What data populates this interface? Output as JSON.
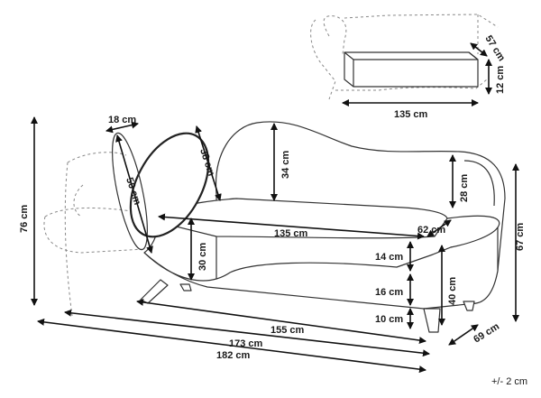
{
  "dimensions": {
    "inset_depth": "57 cm",
    "inset_height": "12 cm",
    "inset_length": "135 cm",
    "pillow_depth": "18 cm",
    "pillow_height": "38 cm",
    "pillow_length": "50 cm",
    "backrest_height": "34 cm",
    "armrest_height": "28 cm",
    "seat_length": "135 cm",
    "seat_depth": "62 cm",
    "arm_side_height": "30 cm",
    "cushion_height": "14 cm",
    "base_height": "16 cm",
    "leg_height": "10 cm",
    "front_height": "40 cm",
    "overall_height": "67 cm",
    "overall_depth": "69 cm",
    "back_height": "76 cm",
    "base_length": "155 cm",
    "length_173": "173 cm",
    "total_length": "182 cm"
  },
  "tolerance": "+/- 2 cm"
}
